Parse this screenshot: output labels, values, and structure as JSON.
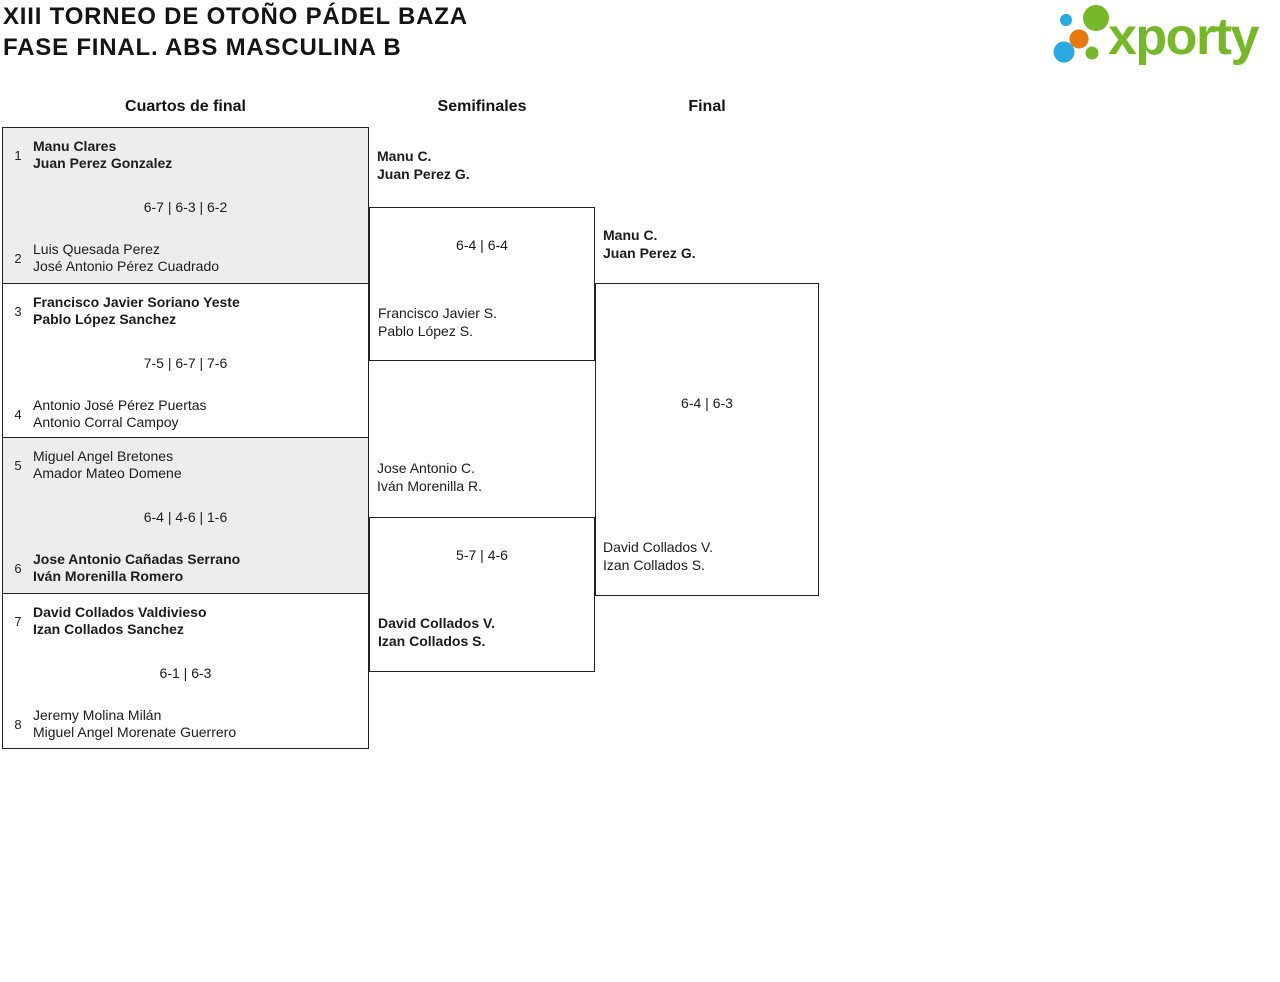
{
  "header": {
    "title_line1": "XIII TORNEO DE OTOÑO PÁDEL BAZA",
    "title_line2": "FASE FINAL. ABS MASCULINA B",
    "logo_text": "xporty",
    "logo_colors": {
      "green": "#76b82a",
      "blue": "#29a9e1",
      "orange": "#e8770e"
    }
  },
  "rounds": [
    "Cuartos de final",
    "Semifinales",
    "Final"
  ],
  "colors": {
    "block_gray": "#ededed",
    "border": "#222222",
    "text": "#1c1c1c"
  },
  "quarterfinals": [
    {
      "top": {
        "seed": "1",
        "lines": [
          "Manu Clares",
          "Juan Perez Gonzalez"
        ],
        "winner": true
      },
      "score": "6-7 | 6-3 | 6-2",
      "bottom": {
        "seed": "2",
        "lines": [
          "Luis Quesada Perez",
          "José Antonio Pérez Cuadrado"
        ],
        "winner": false
      }
    },
    {
      "top": {
        "seed": "3",
        "lines": [
          "Francisco Javier Soriano Yeste",
          "Pablo López Sanchez"
        ],
        "winner": true
      },
      "score": "7-5 | 6-7 | 7-6",
      "bottom": {
        "seed": "4",
        "lines": [
          "Antonio José Pérez Puertas",
          "Antonio Corral Campoy"
        ],
        "winner": false
      }
    },
    {
      "top": {
        "seed": "5",
        "lines": [
          "Miguel Angel Bretones",
          "Amador Mateo Domene"
        ],
        "winner": false
      },
      "score": "6-4 | 4-6 | 1-6",
      "bottom": {
        "seed": "6",
        "lines": [
          "Jose Antonio Cañadas Serrano",
          "Iván Morenilla Romero"
        ],
        "winner": true
      }
    },
    {
      "top": {
        "seed": "7",
        "lines": [
          "David Collados Valdivieso",
          "Izan Collados Sanchez"
        ],
        "winner": true
      },
      "score": "6-1 | 6-3",
      "bottom": {
        "seed": "8",
        "lines": [
          "Jeremy Molina Milán",
          "Miguel Angel Morenate Guerrero"
        ],
        "winner": false
      }
    }
  ],
  "semifinals": [
    {
      "top": {
        "lines": [
          "Manu C.",
          "Juan Perez G."
        ],
        "winner": true
      },
      "score": "6-4 | 6-4",
      "bottom": {
        "lines": [
          "Francisco Javier S.",
          "Pablo López S."
        ],
        "winner": false
      }
    },
    {
      "top": {
        "lines": [
          "Jose Antonio C.",
          "Iván Morenilla R."
        ],
        "winner": false
      },
      "score": "5-7 | 4-6",
      "bottom": {
        "lines": [
          "David Collados V.",
          "Izan Collados S."
        ],
        "winner": true
      }
    }
  ],
  "final": {
    "top": {
      "lines": [
        "Manu C.",
        "Juan Perez G."
      ],
      "winner": true
    },
    "score": "6-4 | 6-3",
    "bottom": {
      "lines": [
        "David Collados V.",
        "Izan Collados S."
      ],
      "winner": false
    }
  }
}
